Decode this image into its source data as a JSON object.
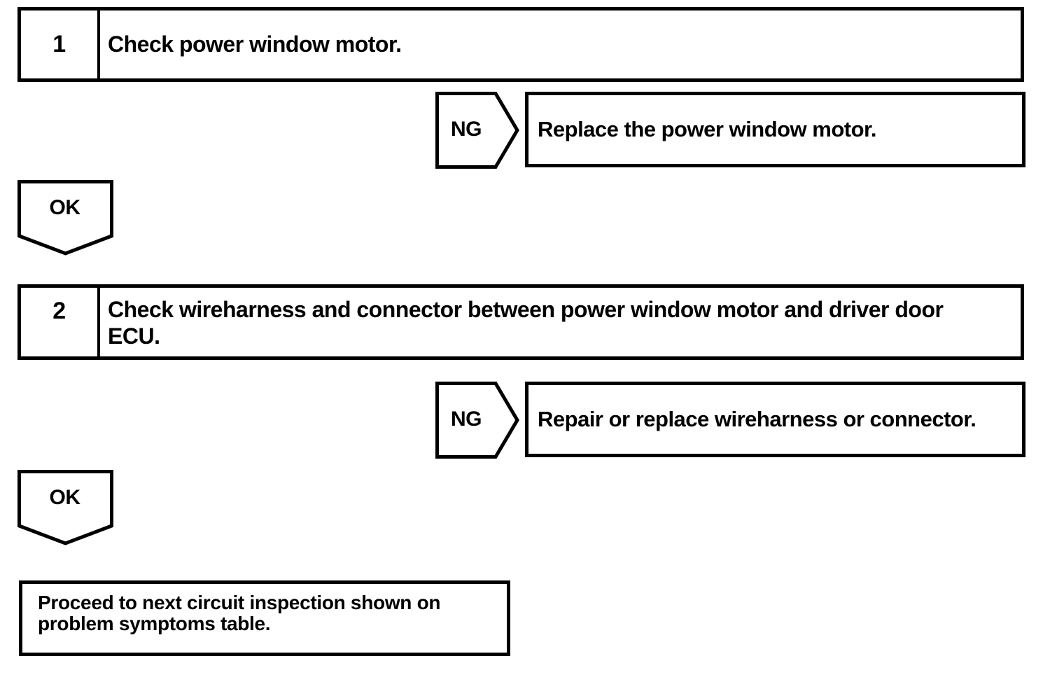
{
  "page": {
    "background": "#ffffff",
    "line_color": "#000000"
  },
  "flowchart": {
    "step1": {
      "number": "1",
      "text": "Check power window motor."
    },
    "ng1": {
      "label": "NG"
    },
    "result1": {
      "text": "Replace the power window motor."
    },
    "ok1": {
      "label": "OK"
    },
    "step2": {
      "number": "2",
      "line1": "Check wireharness and connector between power window motor and driver door",
      "line2": "ECU."
    },
    "ng2": {
      "label": "NG"
    },
    "result2": {
      "text": "Repair or replace wireharness or connector."
    },
    "ok2": {
      "label": "OK"
    },
    "final": {
      "line1": "Proceed to next circuit inspection shown on",
      "line2": "problem symptoms table."
    }
  }
}
